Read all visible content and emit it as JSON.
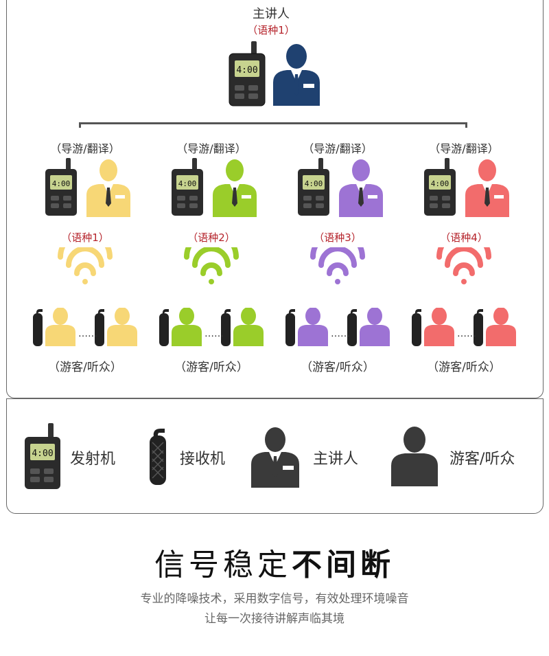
{
  "speaker": {
    "title": "主讲人",
    "language": "（语种1）"
  },
  "groups": [
    {
      "role": "（导游/翻译）",
      "language": "（语种1）",
      "audience": "（游客/听众）",
      "color": "#f7d776"
    },
    {
      "role": "（导游/翻译）",
      "language": "（语种2）",
      "audience": "（游客/听众）",
      "color": "#9acd2a"
    },
    {
      "role": "（导游/翻译）",
      "language": "（语种3）",
      "audience": "（游客/听众）",
      "color": "#9d73d4"
    },
    {
      "role": "（导游/翻译）",
      "language": "（语种4）",
      "audience": "（游客/听众）",
      "color": "#f26c6c"
    }
  ],
  "ellipsis": "……",
  "device_screen_text": "4:00",
  "legend": {
    "transmitter": "发射机",
    "receiver": "接收机",
    "speaker": "主讲人",
    "audience": "游客/听众"
  },
  "headline": {
    "normal": "信号稳定",
    "bold": "不间断"
  },
  "subtitle": [
    "专业的降噪技术，采用数字信号，有效处理环境噪音",
    "让每一次接待讲解声临其境"
  ],
  "colors": {
    "speaker_suit": "#1f4170",
    "legend_gray": "#3a3a3a",
    "language_red": "#b5232b"
  }
}
